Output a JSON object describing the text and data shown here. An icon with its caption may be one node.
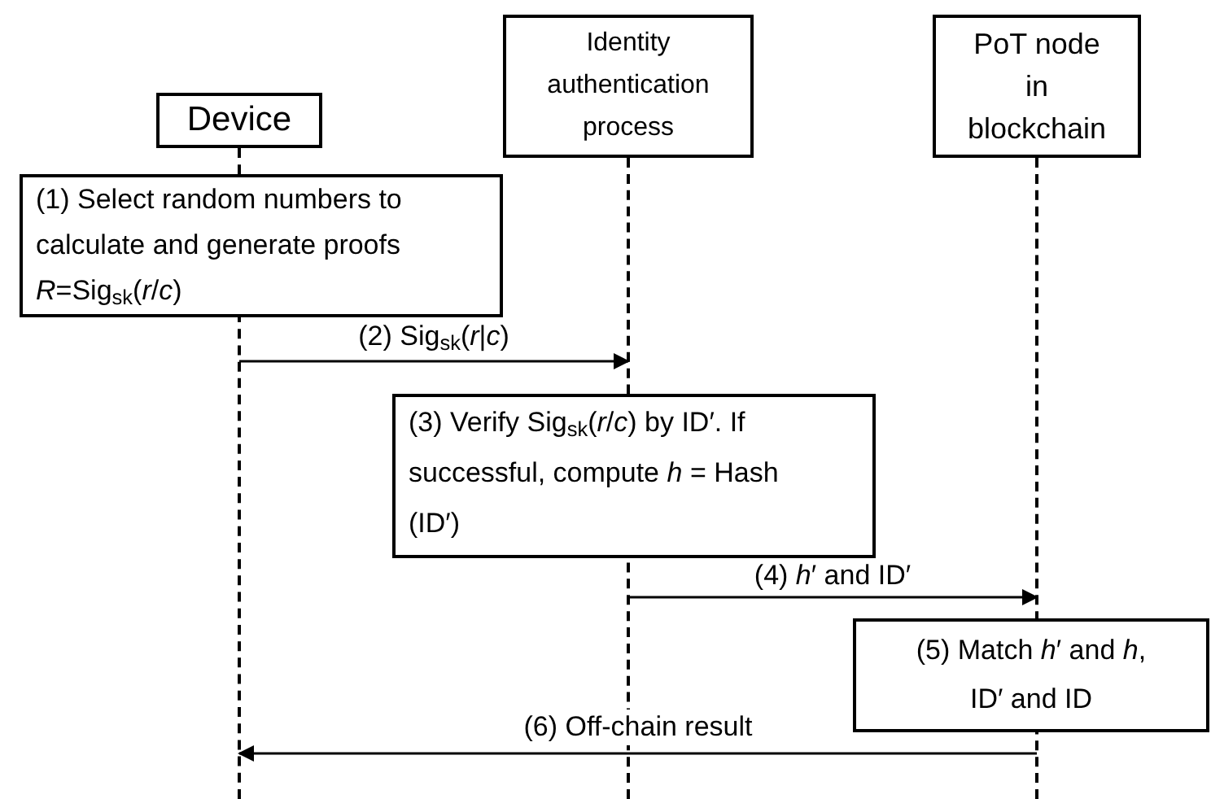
{
  "diagram": {
    "nodes": [
      {
        "text": [
          "Device"
        ]
      },
      {
        "text": [
          "Identity authentication process"
        ]
      },
      {
        "text": [
          "PoT node in blockchain"
        ]
      },
      {
        "text": [
          "(1) Select random numbers to calculate and generate proofs *R*=Sig$_{sk}$(*r*/*c*)"
        ]
      },
      {
        "text": [
          "(3) Verify Sig$_{sk}$(*r*/*c*) by ID′. If successful, compute *h* = Hash (ID′)"
        ]
      },
      {
        "text": [
          "(5) Match *h*′ and *h*, ID′ and ID"
        ]
      },
      {
        "text": [],
        "shape": "line"
      },
      {
        "text": [],
        "shape": "line"
      },
      {
        "text": [],
        "shape": "line"
      }
    ],
    "edges": [
      {
        "from": 6,
        "to": 7,
        "arrow": "to",
        "label": "(2) Sig$_{sk}$(*r*|*c*)"
      },
      {
        "from": 7,
        "to": 8,
        "arrow": "to",
        "label": "(4) *h*′ and ID′"
      },
      {
        "from": 8,
        "to": 6,
        "arrow": "to",
        "label": "(6) Off-chain result"
      }
    ]
  }
}
